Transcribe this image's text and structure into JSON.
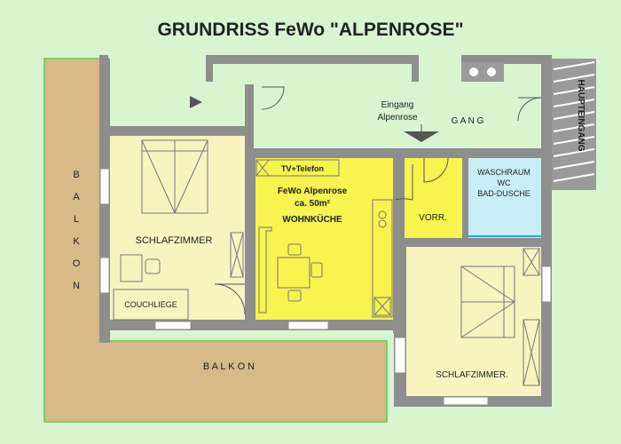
{
  "title": "GRUNDRISS FeWo \"ALPENROSE\"",
  "labels": {
    "balkon_left": [
      "B",
      "A",
      "L",
      "K",
      "O",
      "N"
    ],
    "balkon_bottom": "B A L K O N",
    "schlafzimmer_left": "SCHLAFZIMMER",
    "couchliege": "COUCHLIEGE",
    "tv_telefon": "TV+Telefon",
    "fewo_line1": "FeWo Alpenrose",
    "fewo_line2": "ca. 50m²",
    "wohnkueche": "WOHNKÜCHE",
    "vorr": "VORR.",
    "waschraum_line1": "WASCHRAUM",
    "waschraum_line2": "WC",
    "waschraum_line3": "BAD-DUSCHE",
    "schlafzimmer_right": "SCHLAFZIMMER.",
    "eingang_line1": "Eingang",
    "eingang_line2": "Alpenrose",
    "gang": "G A N G",
    "haupteingang": "HAUPTEINGANG"
  },
  "colors": {
    "background": "#d8f5d0",
    "wall": "#8e8e8e",
    "room_light": "#f7f4c0",
    "room_yellow": "#f7f34f",
    "bathroom": "#c8eef6",
    "balcony": "#d8b98a",
    "corridor": "#d8f5d0"
  }
}
